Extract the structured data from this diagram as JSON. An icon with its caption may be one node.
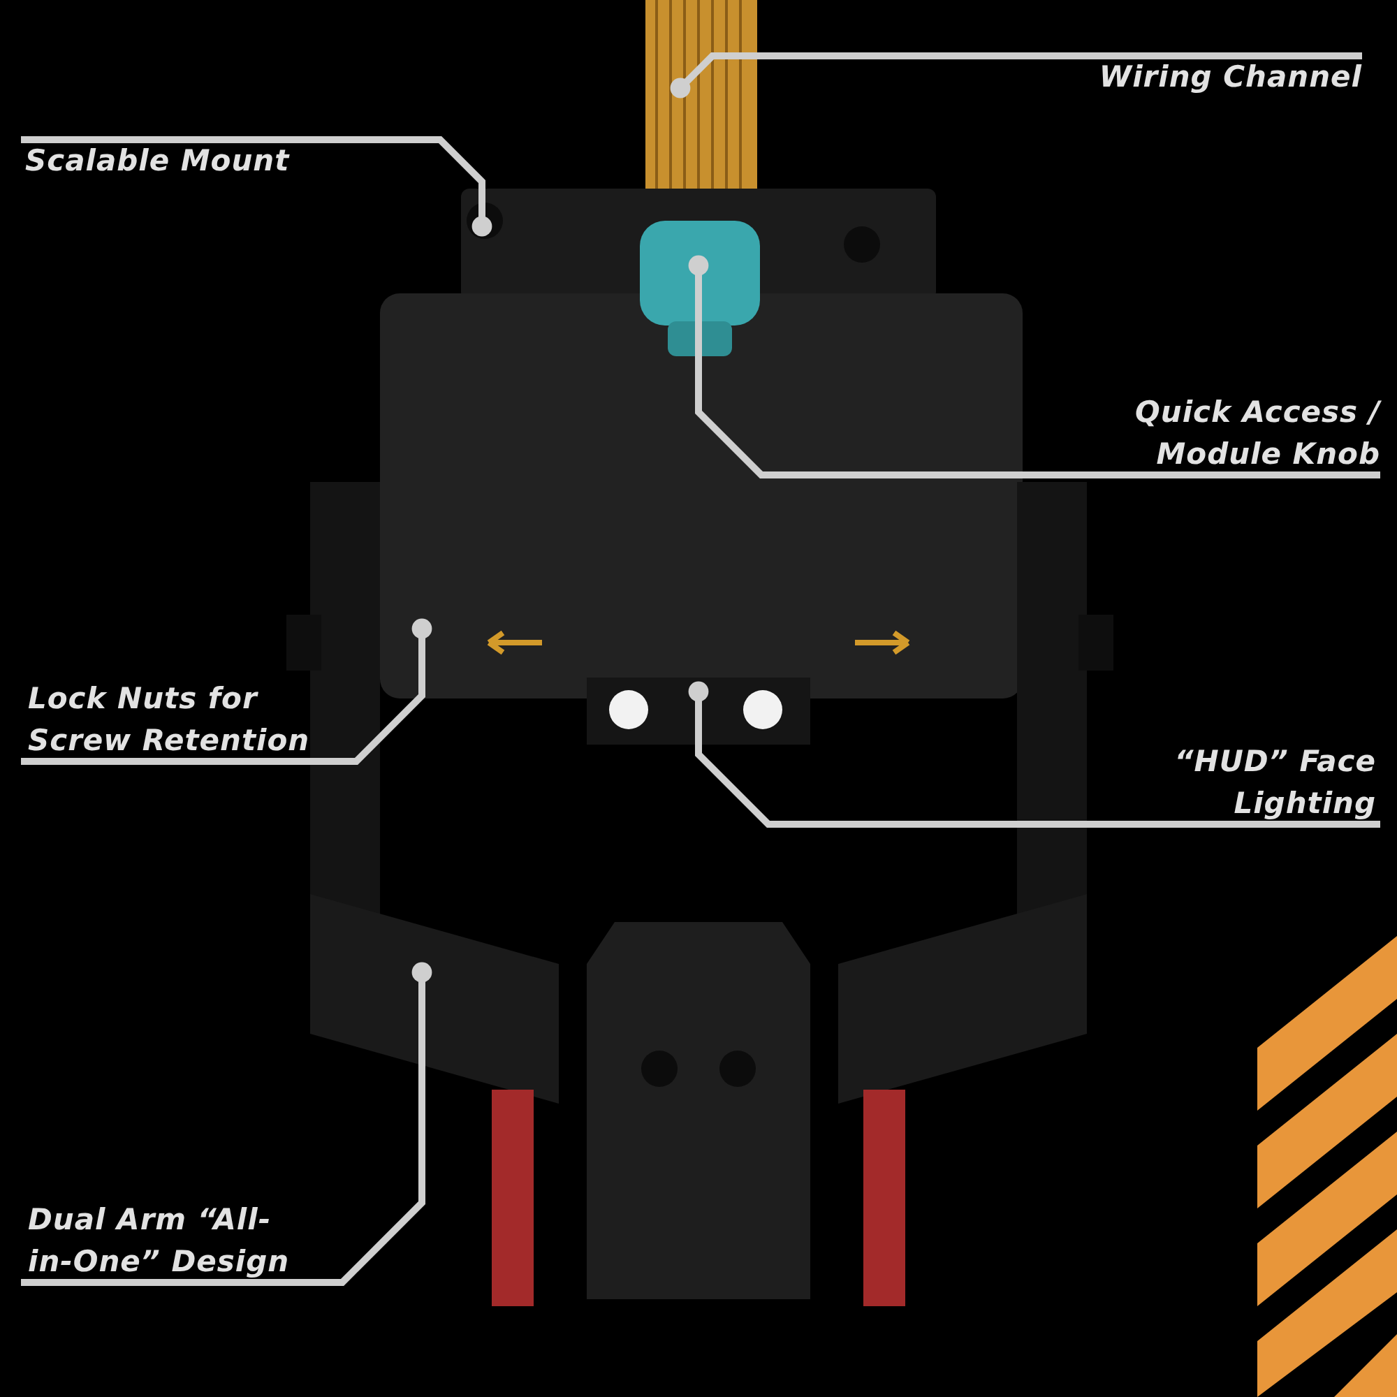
{
  "diagram": {
    "nodes": [
      {
        "text": [
          "Wiring Channel"
        ]
      },
      {
        "text": [
          "Scalable Mount"
        ]
      },
      {
        "text": [
          "Quick Access / Module Knob"
        ]
      },
      {
        "text": [
          "Lock Nuts for Screw Retention"
        ]
      },
      {
        "text": [
          "“HUD” Face Lighting"
        ]
      },
      {
        "text": [
          "Dual Arm “All-in-One” Design"
        ]
      }
    ],
    "edges": [
      {
        "from": 0,
        "to": null,
        "arrow": "other"
      },
      {
        "from": 1,
        "to": null,
        "arrow": "other"
      },
      {
        "from": 2,
        "to": null,
        "arrow": "other"
      },
      {
        "from": 3,
        "to": null,
        "arrow": "other"
      },
      {
        "from": 4,
        "to": null,
        "arrow": "other"
      },
      {
        "from": 5,
        "to": null,
        "arrow": "other"
      }
    ]
  }
}
